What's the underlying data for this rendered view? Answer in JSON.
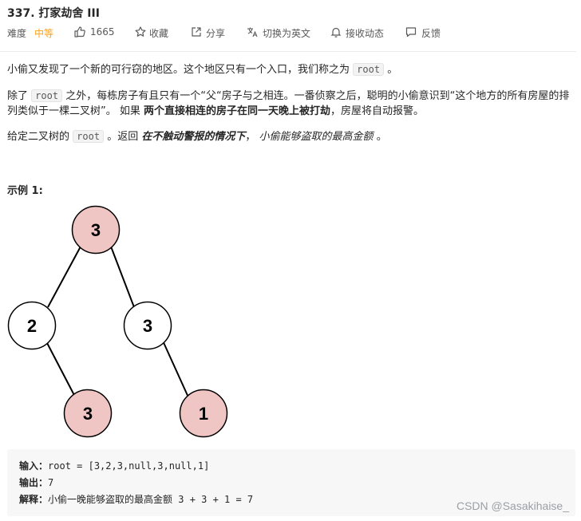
{
  "problem": {
    "title": "337. 打家劫舍 III",
    "difficulty_label": "难度",
    "difficulty_value": "中等",
    "difficulty_color": "#ffa116",
    "likes": "1665",
    "favorite_label": "收藏",
    "share_label": "分享",
    "translate_label": "切换为英文",
    "notify_label": "接收动态",
    "feedback_label": "反馈",
    "icons": [
      "thumbs-up-icon",
      "star-icon",
      "share-icon",
      "translate-icon",
      "bell-icon",
      "feedback-icon"
    ]
  },
  "description": {
    "p1_a": "小偷又发现了一个新的可行窃的地区。这个地区只有一个入口，我们称之为",
    "p1_code": "root",
    "p1_b": "。",
    "p2_a": "除了",
    "p2_code": "root",
    "p2_b": "之外，每栋房子有且只有一个“父“房子与之相连。一番侦察之后，聪明的小偷意识到“这个地方的所有房屋的排",
    "p2_c": "列类似于一棵二叉树”。 如果",
    "p2_bold": "两个直接相连的房子在同一天晚上被打劫",
    "p2_d": "，房屋将自动报警。",
    "p3_a": "给定二叉树的",
    "p3_code": "root",
    "p3_b": "。返回",
    "p3_bi": "在不触动警报的情况下",
    "p3_c": "，",
    "p3_it": "小偷能够盗取的最高金额",
    "p3_d": "。"
  },
  "example": {
    "title": "示例 1:",
    "tree_nodes": [
      {
        "value": "3",
        "robbed": true
      },
      {
        "value": "2",
        "robbed": false
      },
      {
        "value": "3",
        "robbed": false
      },
      {
        "value": "3",
        "robbed": true
      },
      {
        "value": "1",
        "robbed": true
      }
    ],
    "robbed_color": "#f0c6c4",
    "input_label": "输入：",
    "input_value": "root = [3,2,3,null,3,null,1]",
    "output_label": "输出：",
    "output_value": "7",
    "explain_label": "解释：",
    "explain_value": "小偷一晚能够盗取的最高金额 3 + 3 + 1 = 7"
  },
  "watermark": "CSDN @Sasakihaise_"
}
